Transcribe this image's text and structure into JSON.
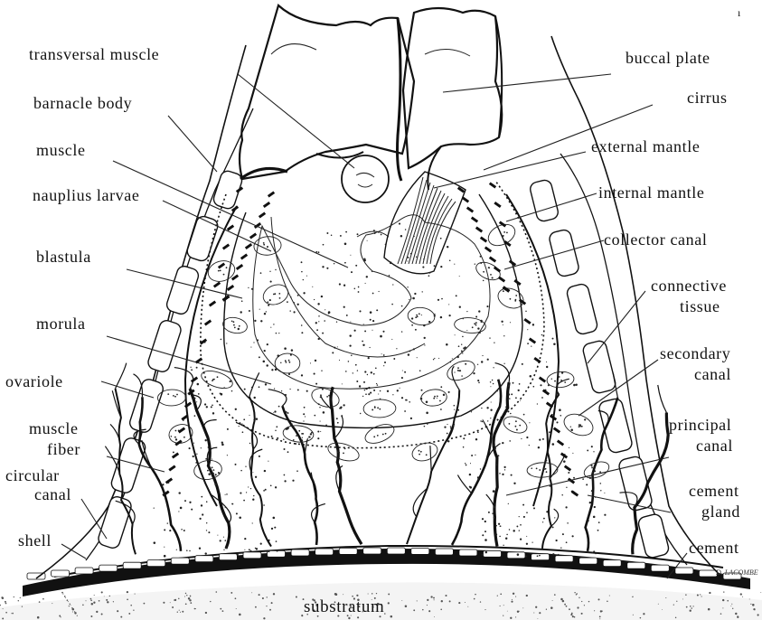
{
  "figure": {
    "page_mark": "ı",
    "signature": "D. LACOMBE",
    "labels_left": [
      {
        "id": "transversal-muscle",
        "text": "transversal muscle"
      },
      {
        "id": "barnacle-body",
        "text": "barnacle body"
      },
      {
        "id": "muscle",
        "text": "muscle"
      },
      {
        "id": "nauplius-larvae",
        "text": "nauplius larvae"
      },
      {
        "id": "blastula",
        "text": "blastula"
      },
      {
        "id": "morula",
        "text": "morula"
      },
      {
        "id": "ovariole",
        "text": "ovariole"
      },
      {
        "id": "muscle-fiber-1",
        "text": "muscle"
      },
      {
        "id": "muscle-fiber-2",
        "text": "fiber"
      },
      {
        "id": "circular-canal-1",
        "text": "circular"
      },
      {
        "id": "circular-canal-2",
        "text": "canal"
      },
      {
        "id": "shell",
        "text": "shell"
      }
    ],
    "labels_right": [
      {
        "id": "buccal-plate",
        "text": "buccal plate"
      },
      {
        "id": "cirrus",
        "text": "cirrus"
      },
      {
        "id": "external-mantle",
        "text": "external mantle"
      },
      {
        "id": "internal-mantle",
        "text": "internal mantle"
      },
      {
        "id": "collector-canal",
        "text": "collector canal"
      },
      {
        "id": "connective-tissue-1",
        "text": "connective"
      },
      {
        "id": "connective-tissue-2",
        "text": "tissue"
      },
      {
        "id": "secondary-canal-1",
        "text": "secondary"
      },
      {
        "id": "secondary-canal-2",
        "text": "canal"
      },
      {
        "id": "principal-canal-1",
        "text": "principal"
      },
      {
        "id": "principal-canal-2",
        "text": "canal"
      },
      {
        "id": "cement-gland-1",
        "text": "cement"
      },
      {
        "id": "cement-gland-2",
        "text": "gland"
      },
      {
        "id": "cement",
        "text": "cement"
      }
    ],
    "label_bottom": {
      "id": "substratum",
      "text": "substratum"
    }
  }
}
